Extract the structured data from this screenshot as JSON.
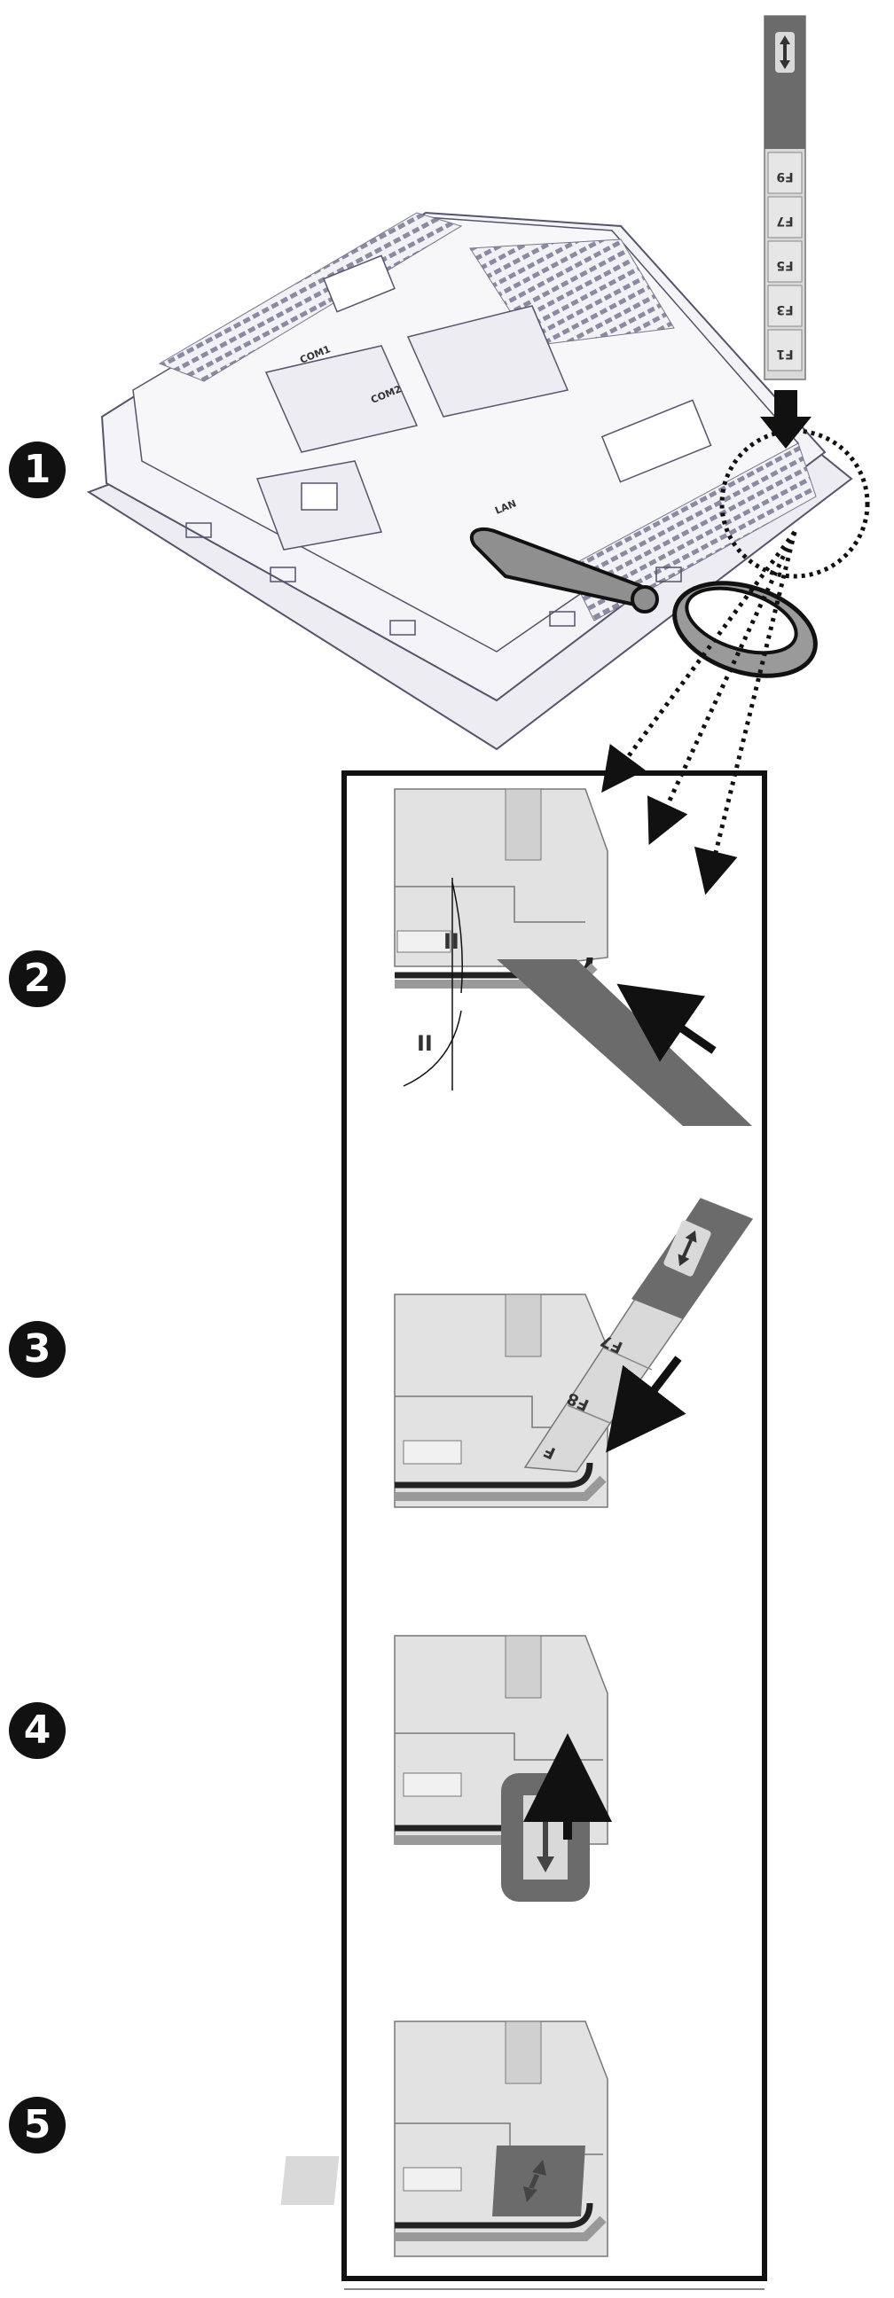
{
  "steps": [
    {
      "number": "1"
    },
    {
      "number": "2"
    },
    {
      "number": "3"
    },
    {
      "number": "4"
    },
    {
      "number": "5"
    }
  ],
  "insert_strip": {
    "keys": [
      "F9",
      "F7",
      "F5",
      "F3",
      "F1"
    ]
  },
  "step3_strip": {
    "keys": [
      "F7",
      "F8",
      "F"
    ]
  },
  "device_labels": [
    "COM1",
    "COM2",
    "LAN"
  ],
  "angle_marks": [
    "II",
    "II"
  ],
  "colors": {
    "strip_dark": "#6b6b6b",
    "strip_light": "#d9d9d9",
    "device_fill": "#f2f2f6",
    "device_line": "#55556a",
    "panel_fill": "#e2e2e2",
    "arrow": "#111111"
  }
}
